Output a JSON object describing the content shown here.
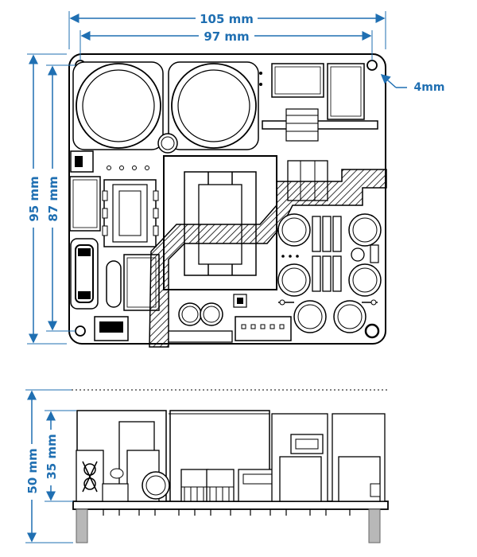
{
  "dimensions": {
    "overall_width": "105 mm",
    "hole_spacing_width": "97 mm",
    "hole_diameter": "4mm",
    "overall_height": "95 mm",
    "hole_spacing_height": "87 mm",
    "total_profile_height": "50 mm",
    "component_height": "35 mm"
  },
  "colors": {
    "dimension": "#1f6fb2",
    "board_outline": "#000000",
    "hatch": "#000000"
  }
}
